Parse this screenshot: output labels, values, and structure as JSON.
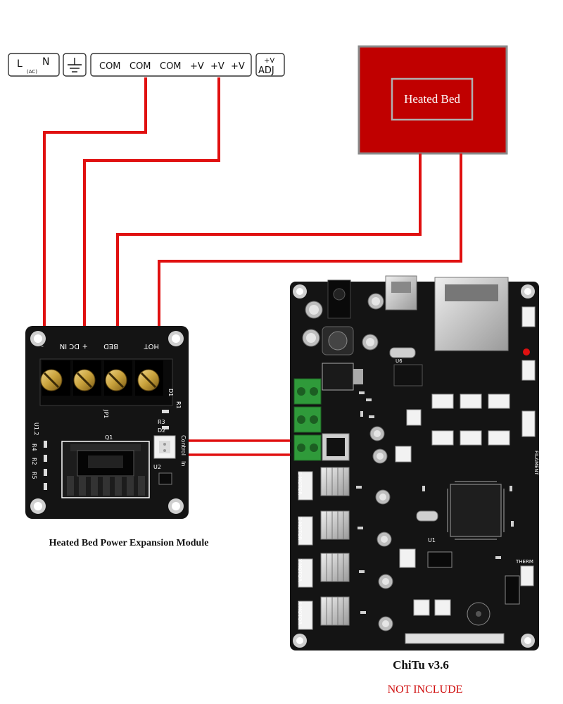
{
  "supply_terminals": {
    "l_label": "L",
    "n_label": "N",
    "ac_label": "(AC)",
    "com_labels": [
      "COM",
      "COM",
      "COM"
    ],
    "v_labels": [
      "+V",
      "+V",
      "+V"
    ],
    "adj_top": "+V",
    "adj_bottom": "ADJ"
  },
  "heated_bed": {
    "label": "Heated Bed",
    "fill_color": "#c00000"
  },
  "power_module": {
    "terminal_labels": [
      "-",
      "DC IN",
      "+",
      "BED",
      "HOT"
    ],
    "side_labels": {
      "d1": "D1",
      "r1": "R1",
      "jp1": "JP1",
      "r3": "R3",
      "d2": "D2",
      "q1": "Q1",
      "u2": "U2",
      "control": "Control",
      "in": "In",
      "r4": "R4",
      "r2": "R2",
      "r5": "R5",
      "u1": "U1.2"
    },
    "caption": "Heated Bed Power Expansion Module"
  },
  "controller": {
    "caption": "ChiTu v3.6",
    "note": "NOT INCLUDE",
    "note_color": "#d01010",
    "motor_labels": [
      "E-MOTOR",
      "Z-MOTOR",
      "Y-MOTOR",
      "X-MOTOR"
    ],
    "side_labels": {
      "filament": "FILAMENT",
      "therm": "THERM",
      "u6": "U6",
      "u1": "U1"
    }
  },
  "colors": {
    "wire": "#e01010",
    "board": "#141414",
    "terminal_green": "#2f9a3a",
    "brass": "#c9a23c"
  }
}
